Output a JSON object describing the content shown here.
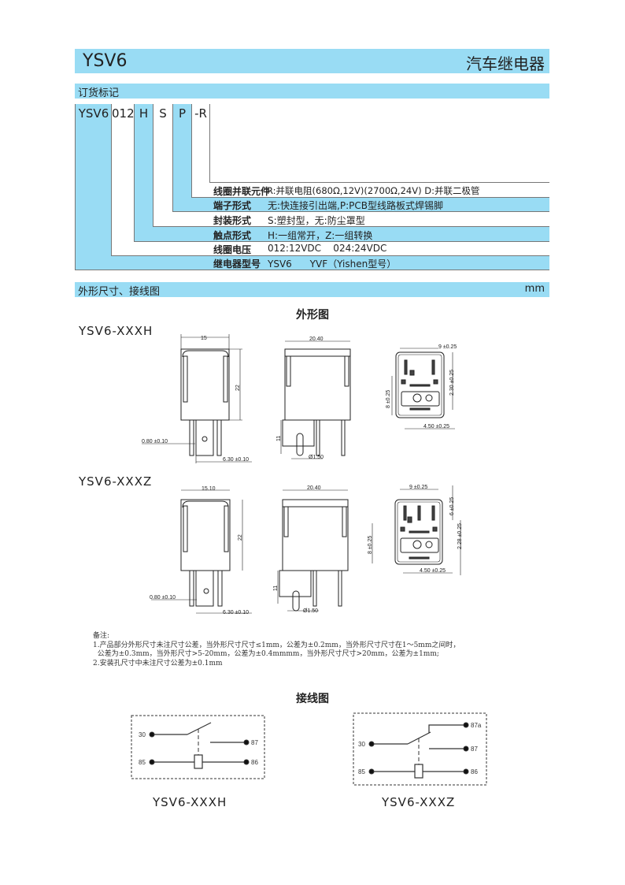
{
  "header": {
    "model": "YSV6",
    "category": "汽车继电器"
  },
  "ordering": {
    "section_title": "订货标记",
    "codes": [
      "YSV6",
      "012",
      "H",
      "S",
      "P",
      "-R"
    ],
    "rows": [
      {
        "label": "线圈并联元件",
        "value": "R:并联电阻(680Ω,12V)(2700Ω,24V)  D:并联二极管"
      },
      {
        "label": "端子形式",
        "value": "无:快连接引出端,P:PCB型线路板式焊锡脚"
      },
      {
        "label": "封装形式",
        "value": "S:塑封型，无:防尘罩型"
      },
      {
        "label": "触点形式",
        "value": "H:一组常开，Z:一组转换"
      },
      {
        "label": "线圈电压",
        "value": "012:12VDC    024:24VDC"
      },
      {
        "label": "继电器型号",
        "value": "YSV6      YVF（Yishen型号）"
      }
    ]
  },
  "dimensions": {
    "section_title": "外形尺寸、接线图",
    "unit": "mm",
    "outline_title": "外形图",
    "models": [
      {
        "name": "YSV6-XXXH",
        "width": "15",
        "height": "22",
        "depth": "20.40",
        "pin_thickness": "0.80 ±0.10",
        "pin_width": "6.30 ±0.10",
        "pin_length": "11",
        "hole": "1.50",
        "pitch_a": "9 ±0.25",
        "pitch_b": "2.30 ±0.25",
        "pitch_c": "8 ±0.25",
        "pitch_d": "4.50 ±0.25"
      },
      {
        "name": "YSV6-XXXZ",
        "width": "15.10",
        "height": "22",
        "depth": "20.40",
        "pin_thickness": "0.80 ±0.10",
        "pin_width": "6.30 ±0.10",
        "pin_length": "11",
        "hole": "1.50",
        "pitch_a": "9 ±0.25",
        "pitch_e": "6 ±0.25",
        "pitch_b": "2.28 ±0.25",
        "pitch_c": "8 ±0.25",
        "pitch_d": "4.50 ±0.25"
      }
    ]
  },
  "notes": {
    "title": "备注:",
    "line1": "1.产品部分外形尺寸未注尺寸公差，当外形尺寸尺寸≤1mm，公差为±0.2mm，当外形尺寸尺寸在1～5mm之间时，",
    "line2": "  公差为±0.3mm，当外形尺寸>5-20mm，公差为±0.4mmmm，当外形尺寸尺寸>20mm，公差为±1mm;",
    "line3": "2.安装孔尺寸中未注尺寸公差为±0.1mm"
  },
  "wiring": {
    "title": "接线图",
    "diagrams": [
      {
        "name": "YSV6-XXXH",
        "pins": [
          "30",
          "87",
          "85",
          "86"
        ]
      },
      {
        "name": "YSV6-XXXZ",
        "pins": [
          "87a",
          "30",
          "87",
          "85",
          "86"
        ]
      }
    ]
  }
}
